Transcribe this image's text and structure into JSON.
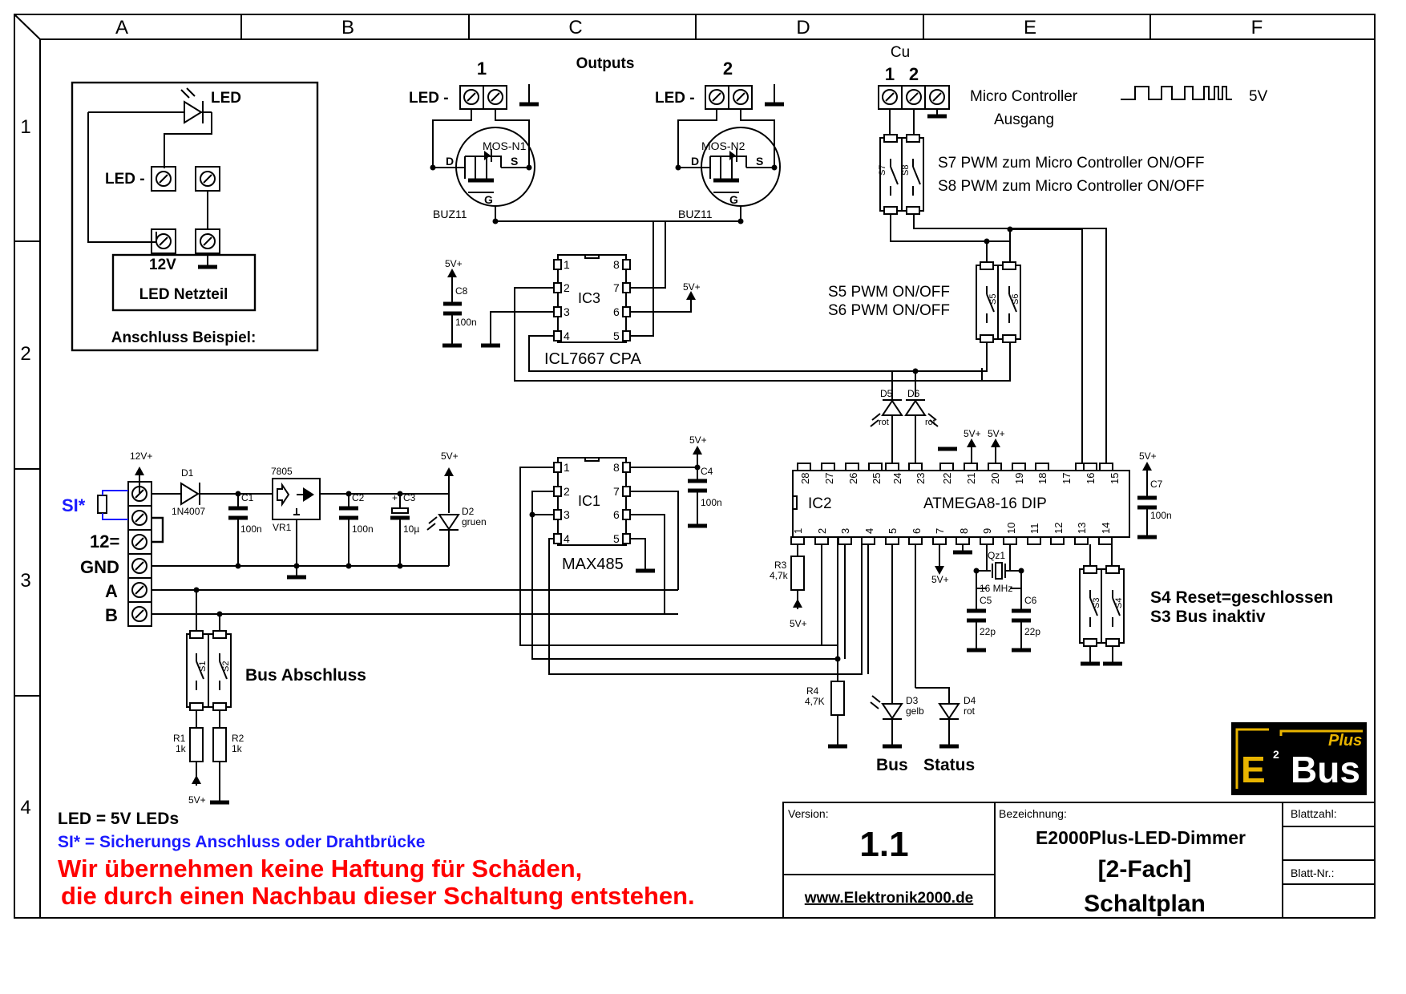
{
  "frame": {
    "columns": [
      "A",
      "B",
      "C",
      "D",
      "E",
      "F"
    ],
    "rows": [
      "1",
      "2",
      "3",
      "4"
    ]
  },
  "example_box": {
    "led": "LED",
    "led_minus": "LED -",
    "volt": "12V",
    "psu": "LED Netzteil",
    "caption": "Anschluss Beispiel:"
  },
  "outputs": {
    "title": "Outputs",
    "out1": "1",
    "out2": "2",
    "led_minus_1": "LED -",
    "led_minus_2": "LED -",
    "mos1": "MOS-N1",
    "mos2": "MOS-N2",
    "buz1": "BUZ11",
    "buz2": "BUZ11",
    "pin_d": "D",
    "pin_s": "S",
    "pin_g": "G"
  },
  "micro": {
    "cu": "Cu",
    "pin1": "1",
    "pin2": "2",
    "title": "Micro Controller",
    "subtitle": "Ausgang",
    "volt": "5V",
    "s7": "S7",
    "s8": "S8",
    "s7_text": "S7 PWM zum Micro Controller ON/OFF",
    "s8_text": "S8 PWM zum Micro Controller ON/OFF"
  },
  "ic3": {
    "name": "IC3",
    "part": "ICL7667 CPA",
    "pins_left": [
      "1",
      "2",
      "3",
      "4"
    ],
    "pins_right": [
      "8",
      "7",
      "6",
      "5"
    ],
    "vcc_c8": "5V+",
    "vcc_p6": "5V+",
    "c8": "C8",
    "c8v": "100n"
  },
  "s56": {
    "s5": "S5",
    "s6": "S6",
    "s5_text": "S5 PWM ON/OFF",
    "s6_text": "S6 PWM ON/OFF"
  },
  "d56": {
    "d5": "D5",
    "d6": "D6",
    "d5c": "rot",
    "d6c": "rot"
  },
  "power": {
    "vcc12": "12V+",
    "d1": "D1",
    "d1p": "1N4007",
    "c1": "C1",
    "c1v": "100n",
    "reg": "7805",
    "vr1": "VR1",
    "c2": "C2",
    "c2v": "100n",
    "c3": "C3",
    "c3v": "10µ",
    "c3pol": "+",
    "vcc5": "5V+",
    "d2": "D2",
    "d2c": "gruen",
    "si": "SI*",
    "l12": "12=",
    "gnd": "GND",
    "a": "A",
    "b": "B"
  },
  "ic1": {
    "name": "IC1",
    "part": "MAX485",
    "pins_left": [
      "1",
      "2",
      "3",
      "4"
    ],
    "pins_right": [
      "8",
      "7",
      "6",
      "5"
    ],
    "vcc": "5V+",
    "c4": "C4",
    "c4v": "100n"
  },
  "ic2": {
    "name": "IC2",
    "part": "ATMEGA8-16 DIP",
    "top_pins": [
      "28",
      "27",
      "26",
      "25",
      "24",
      "23",
      "22",
      "21",
      "20",
      "19",
      "18",
      "17",
      "16",
      "15"
    ],
    "bottom_pins": [
      "1",
      "2",
      "3",
      "4",
      "5",
      "6",
      "7",
      "8",
      "9",
      "10",
      "11",
      "12",
      "13",
      "14"
    ],
    "vcc21": "5V+",
    "vcc20": "5V+",
    "vcc7": "5V+",
    "c7vcc": "5V+",
    "c7": "C7",
    "c7v": "100n"
  },
  "ic2_parts": {
    "r3": "R3",
    "r3v": "4,7k",
    "r3vcc": "5V+",
    "r4": "R4",
    "r4v": "4,7K",
    "qz": "Qz1",
    "qzv": "16 MHz",
    "c5": "C5",
    "c5v": "22p",
    "c6": "C6",
    "c6v": "22p",
    "d3": "D3",
    "d3c": "gelb",
    "d4": "D4",
    "d4c": "rot",
    "bus": "Bus",
    "status": "Status"
  },
  "s34": {
    "s3": "S3",
    "s4": "S4",
    "s4_text": "S4 Reset=geschlossen",
    "s3_text": "S3 Bus inaktiv"
  },
  "bus": {
    "s1": "S1",
    "s2": "S2",
    "title": "Bus Abschluss",
    "r1": "R1",
    "r1v": "1k",
    "r2": "R2",
    "r2v": "1k",
    "vcc": "5V+"
  },
  "logo": {
    "e": "E",
    "sup": "2",
    "bus": "Bus",
    "plus": "Plus",
    "colors": {
      "bg": "#000000",
      "gold": "#e8b400",
      "text": "#ffffff"
    }
  },
  "notes": {
    "led": "LED = 5V LEDs",
    "si": "SI* = Sicherungs Anschluss oder Drahtbrücke",
    "warning1": "Wir übernehmen keine Haftung für Schäden,",
    "warning2": "die durch einen Nachbau dieser Schaltung entstehen.",
    "colors": {
      "si": "#1a1aff",
      "warning": "#ff0000"
    }
  },
  "title_block": {
    "version_label": "Version:",
    "version": "1.1",
    "website": "www.Elektronik2000.de",
    "name_label": "Bezeichnung:",
    "name1": "E2000Plus-LED-Dimmer",
    "name2": "[2-Fach]",
    "name3": "Schaltplan",
    "sheets_label": "Blattzahl:",
    "sheet_nr_label": "Blatt-Nr.:"
  }
}
